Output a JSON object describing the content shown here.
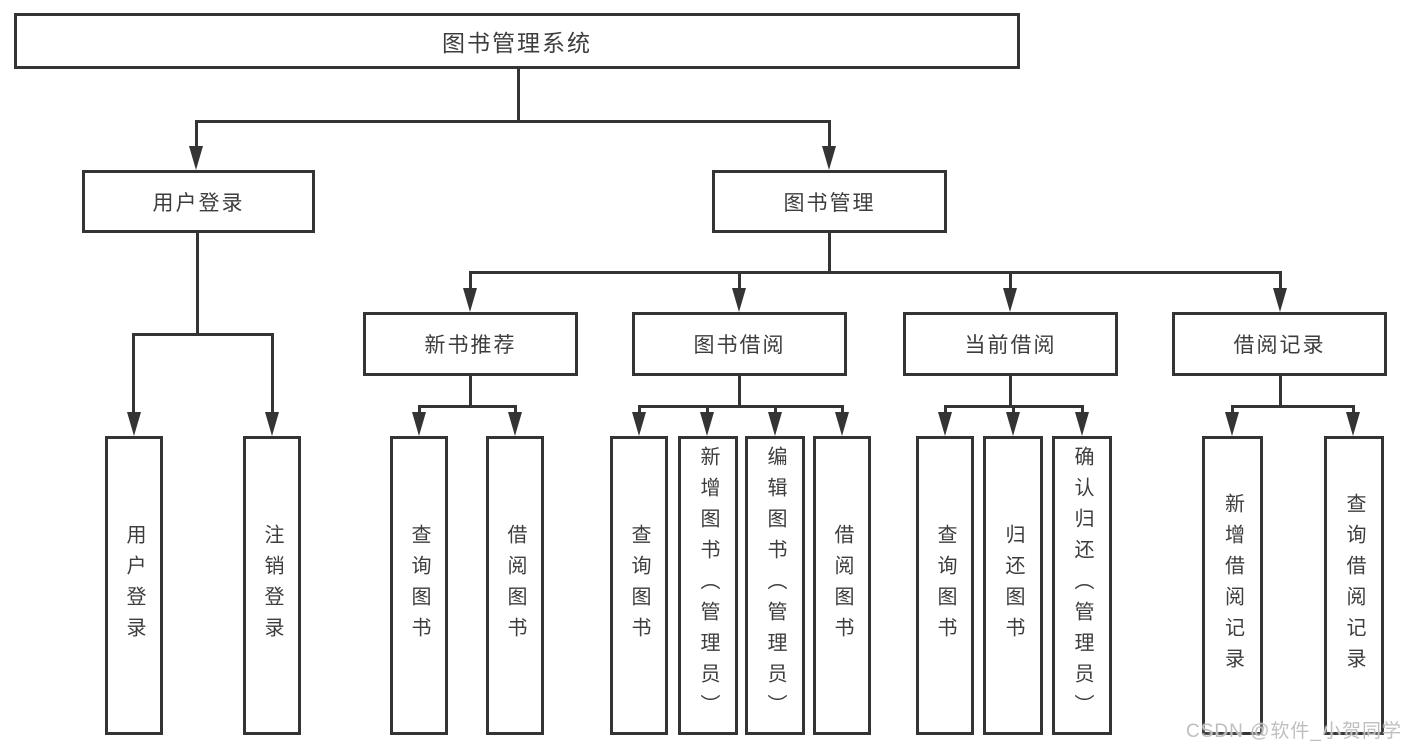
{
  "diagram": {
    "root": {
      "label": "图书管理系统"
    },
    "level2": [
      {
        "id": "user-login",
        "label": "用户登录"
      },
      {
        "id": "book-mgmt",
        "label": "图书管理"
      }
    ],
    "level3": [
      {
        "id": "new-book-recommend",
        "label": "新书推荐"
      },
      {
        "id": "book-borrow",
        "label": "图书借阅"
      },
      {
        "id": "current-borrow",
        "label": "当前借阅"
      },
      {
        "id": "borrow-records",
        "label": "借阅记录"
      }
    ],
    "leaves": [
      {
        "id": "user-login-leaf",
        "label": "用户登录"
      },
      {
        "id": "logout",
        "label": "注销登录"
      },
      {
        "id": "query-books-1",
        "label": "查询图书"
      },
      {
        "id": "borrow-books-1",
        "label": "借阅图书"
      },
      {
        "id": "query-books-2",
        "label": "查询图书"
      },
      {
        "id": "add-books-admin",
        "label": "新增图书（管理员）"
      },
      {
        "id": "edit-books-admin",
        "label": "编辑图书（管理员）"
      },
      {
        "id": "borrow-books-2",
        "label": "借阅图书"
      },
      {
        "id": "query-books-3",
        "label": "查询图书"
      },
      {
        "id": "return-books",
        "label": "归还图书"
      },
      {
        "id": "confirm-return-admin",
        "label": "确认归还（管理员）"
      },
      {
        "id": "add-borrow-record",
        "label": "新增借阅记录"
      },
      {
        "id": "query-borrow-record",
        "label": "查询借阅记录"
      }
    ],
    "watermark": "CSDN @软件_小贺同学",
    "colors": {
      "line": "#343434",
      "text": "#3d3d3d",
      "box_background": "#ffffff",
      "watermark": "#bfbfbf"
    }
  }
}
